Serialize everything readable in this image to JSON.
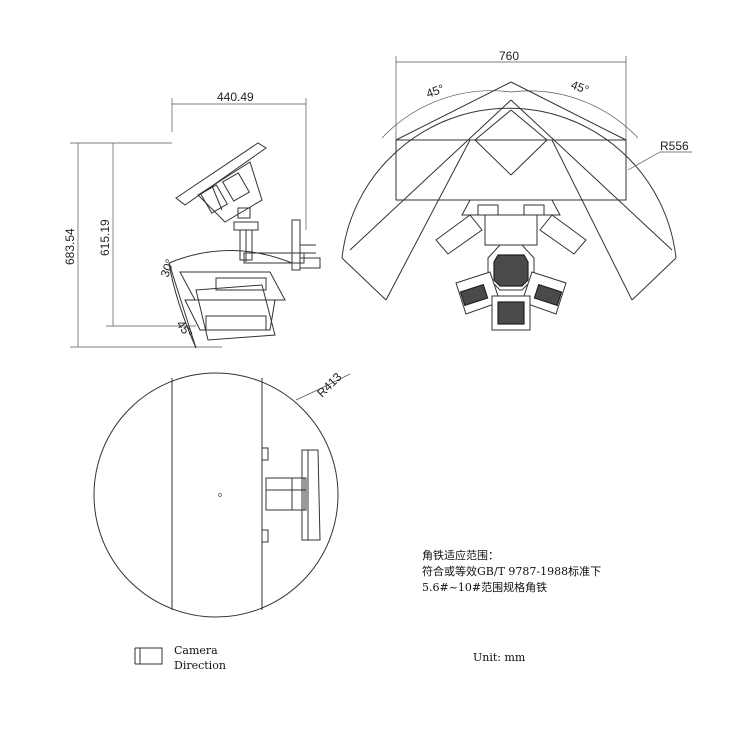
{
  "side_view": {
    "width_dim": "440.49",
    "height_outer_dim": "683.54",
    "height_inner_dim": "615.19",
    "tilt_up_angle": "30°",
    "tilt_down_angle": "45°"
  },
  "top_view": {
    "width_dim": "760",
    "left_angle": "45°",
    "right_angle": "45°",
    "radius_dim": "R556"
  },
  "plan_view": {
    "radius_dim": "R413"
  },
  "notes": {
    "line1": "角铁适应范围：",
    "line2": "符合或等效GB/T 9787-1988标准下",
    "line3": "5.6#~10#范围规格角铁"
  },
  "legend": {
    "camera_line1": "Camera",
    "camera_line2": "Direction",
    "unit": "Unit: mm"
  }
}
